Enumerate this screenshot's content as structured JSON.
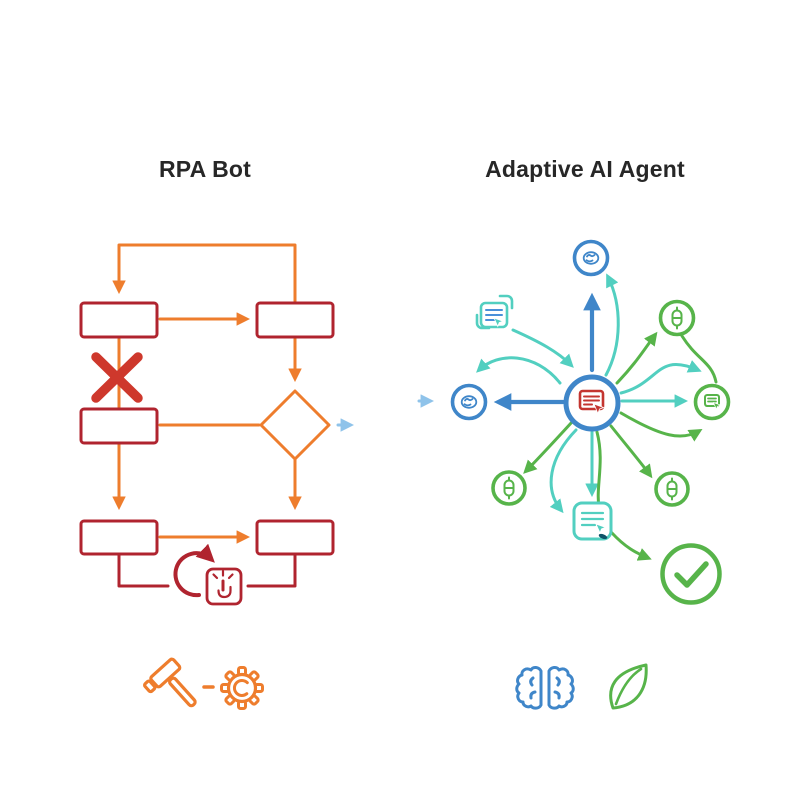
{
  "titles": {
    "left": "RPA Bot",
    "right": "Adaptive AI Agent"
  },
  "colors": {
    "orange": "#ee7d2d",
    "dark_red": "#b0242f",
    "bright_red": "#ce382c",
    "hub_red": "#c43530",
    "blue": "#3f86c9",
    "light_blue": "#8fc3ea",
    "teal": "#52cfc0",
    "green": "#57b44a",
    "title_text": "#272727",
    "background": "#ffffff"
  },
  "left_diagram": {
    "type": "flowchart",
    "process_boxes": 5,
    "shapes": [
      "decision-diamond"
    ],
    "icons": [
      "x-failure-icon",
      "retry-loop-icon",
      "tap-click-icon"
    ],
    "footer_icons": [
      "hammer-icon",
      "gear-icon"
    ],
    "handoff_icon": "small-right-arrow-icon"
  },
  "right_diagram": {
    "type": "hub-and-spoke",
    "hub_icon": "document-cursor-icon",
    "nodes": [
      {
        "position": "top",
        "icon": "brain-icon",
        "ring": "blue"
      },
      {
        "position": "left",
        "icon": "brain-icon",
        "ring": "blue"
      },
      {
        "position": "top-left",
        "icon": "document-copy-cursor-icon",
        "ring": "none"
      },
      {
        "position": "top-right",
        "icon": "pill-capsule-icon",
        "ring": "green"
      },
      {
        "position": "right",
        "icon": "document-cursor-icon",
        "ring": "green"
      },
      {
        "position": "bottom-right",
        "icon": "pill-capsule-icon",
        "ring": "green"
      },
      {
        "position": "bottom-left",
        "icon": "pill-capsule-icon",
        "ring": "green"
      },
      {
        "position": "bottom",
        "icon": "document-cursor-icon",
        "ring": "none"
      },
      {
        "position": "far-bottom-right",
        "icon": "checkmark-icon",
        "ring": "green"
      }
    ],
    "footer_icons": [
      "brain-icon",
      "leaf-icon"
    ],
    "handoff_icon": "small-right-arrow-icon"
  }
}
